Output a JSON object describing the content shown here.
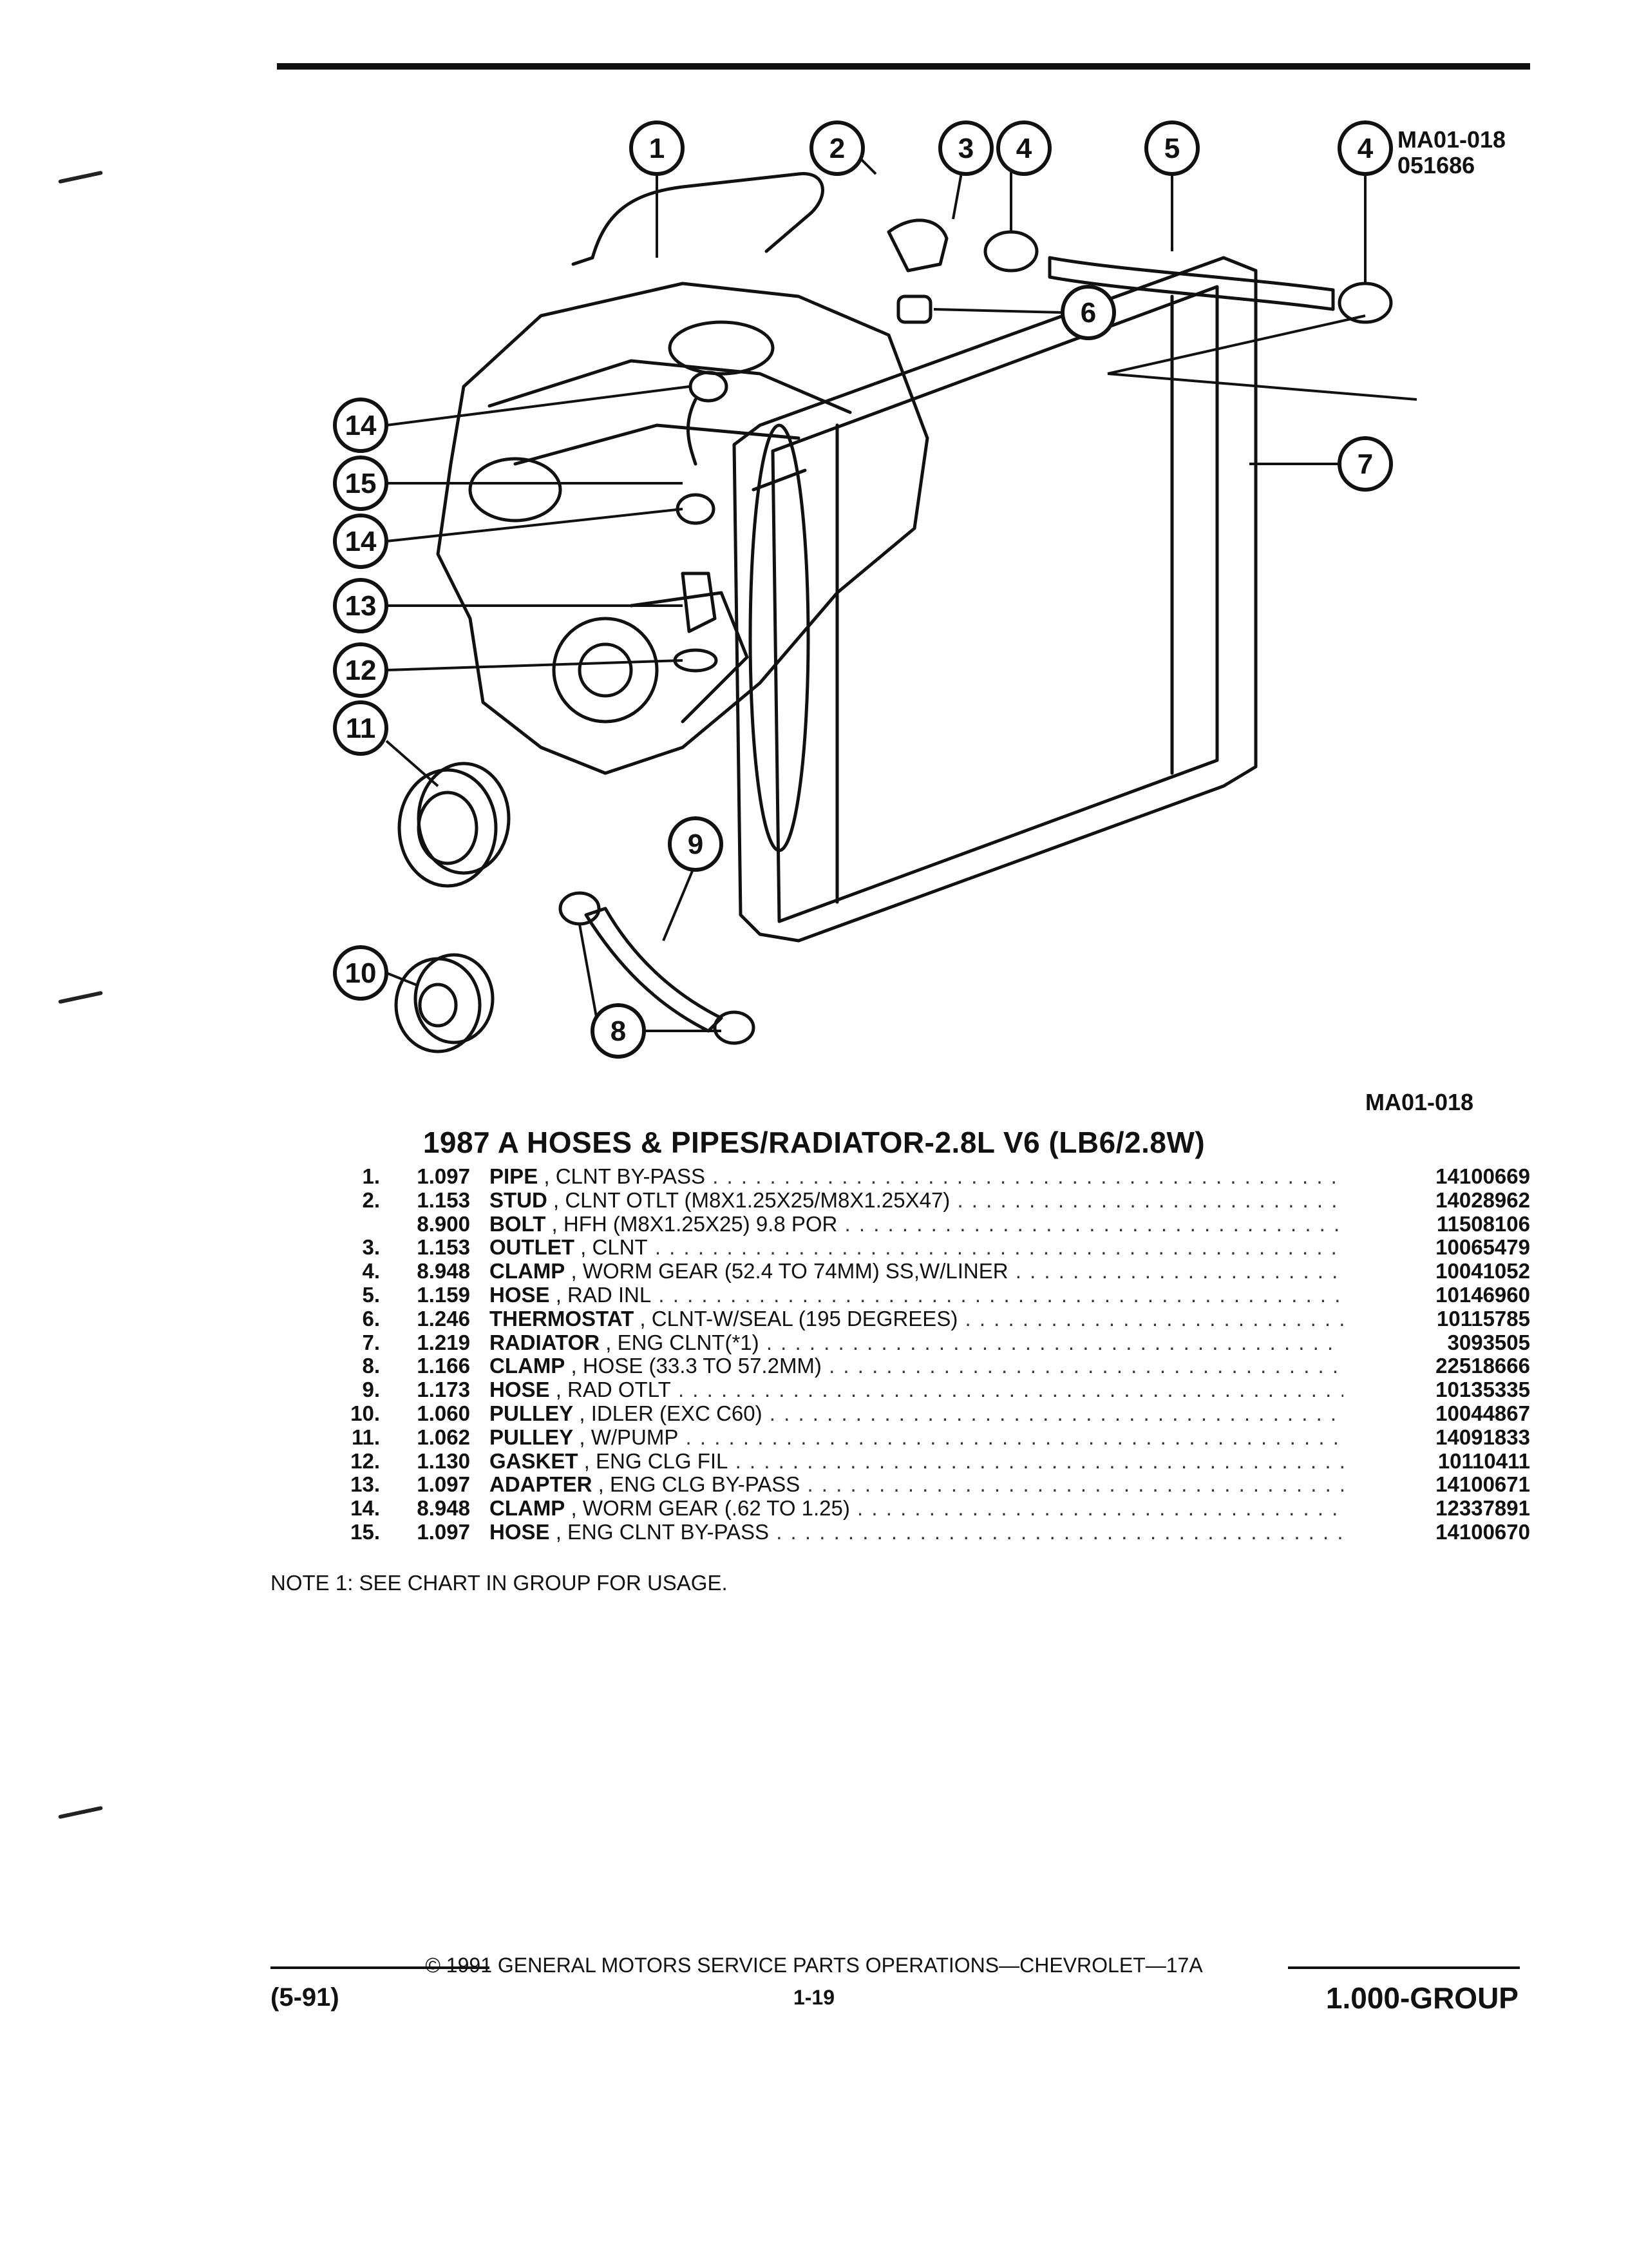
{
  "figure": {
    "code_top": "MA01-018",
    "date_code": "051686",
    "code_bottom": "MA01-018",
    "callouts": [
      "1",
      "2",
      "3",
      "4",
      "5",
      "4",
      "6",
      "7",
      "14",
      "15",
      "14",
      "13",
      "12",
      "11",
      "10",
      "9",
      "8"
    ]
  },
  "title": "1987 A HOSES & PIPES/RADIATOR-2.8L V6 (LB6/2.8W)",
  "parts": [
    {
      "no": "1.",
      "qty": "1.097",
      "name": "PIPE",
      "desc": ", CLNT BY-PASS",
      "pn": "14100669"
    },
    {
      "no": "2.",
      "qty": "1.153",
      "name": "STUD",
      "desc": ", CLNT OTLT (M8X1.25X25/M8X1.25X47)",
      "pn": "14028962"
    },
    {
      "no": "",
      "qty": "8.900",
      "name": "BOLT",
      "desc": ", HFH (M8X1.25X25) 9.8 POR",
      "pn": "11508106"
    },
    {
      "no": "3.",
      "qty": "1.153",
      "name": "OUTLET",
      "desc": ", CLNT",
      "pn": "10065479"
    },
    {
      "no": "4.",
      "qty": "8.948",
      "name": "CLAMP",
      "desc": ", WORM GEAR (52.4 TO 74MM) SS,W/LINER",
      "pn": "10041052"
    },
    {
      "no": "5.",
      "qty": "1.159",
      "name": "HOSE",
      "desc": ", RAD INL",
      "pn": "10146960"
    },
    {
      "no": "6.",
      "qty": "1.246",
      "name": "THERMOSTAT",
      "desc": ", CLNT-W/SEAL (195 DEGREES)",
      "pn": "10115785"
    },
    {
      "no": "7.",
      "qty": "1.219",
      "name": "RADIATOR",
      "desc": ", ENG CLNT(*1)",
      "pn": "3093505"
    },
    {
      "no": "8.",
      "qty": "1.166",
      "name": "CLAMP",
      "desc": ", HOSE (33.3 TO 57.2MM)",
      "pn": "22518666"
    },
    {
      "no": "9.",
      "qty": "1.173",
      "name": "HOSE",
      "desc": ", RAD OTLT",
      "pn": "10135335"
    },
    {
      "no": "10.",
      "qty": "1.060",
      "name": "PULLEY",
      "desc": ", IDLER (EXC C60)",
      "pn": "10044867"
    },
    {
      "no": "11.",
      "qty": "1.062",
      "name": "PULLEY",
      "desc": ", W/PUMP",
      "pn": "14091833"
    },
    {
      "no": "12.",
      "qty": "1.130",
      "name": "GASKET",
      "desc": ", ENG CLG FIL",
      "pn": "10110411"
    },
    {
      "no": "13.",
      "qty": "1.097",
      "name": "ADAPTER",
      "desc": ", ENG CLG BY-PASS",
      "pn": "14100671"
    },
    {
      "no": "14.",
      "qty": "8.948",
      "name": "CLAMP",
      "desc": ", WORM GEAR (.62 TO 1.25)",
      "pn": "12337891"
    },
    {
      "no": "15.",
      "qty": "1.097",
      "name": "HOSE",
      "desc": ", ENG CLNT BY-PASS",
      "pn": "14100670"
    }
  ],
  "note": "NOTE  1:  SEE CHART IN GROUP FOR USAGE.",
  "footer": {
    "copyright": "© 1991 GENERAL MOTORS SERVICE PARTS OPERATIONS—CHEVROLET—17A",
    "date": "(5-91)",
    "page": "1-19",
    "group": "1.000-GROUP"
  }
}
